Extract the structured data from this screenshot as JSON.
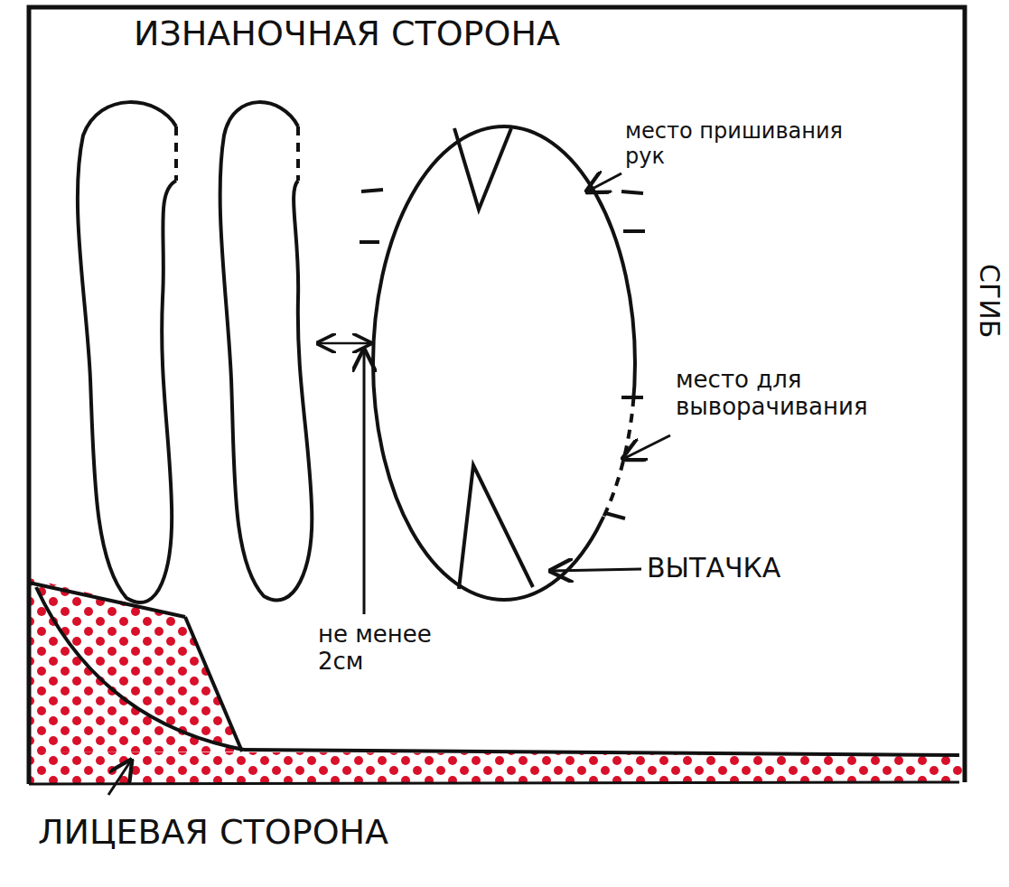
{
  "diagram": {
    "labels": [
      "ИЗНАНОЧНАЯ СТОРОНА",
      "место пришивания рук",
      "место для выворачивания",
      "ВЫТАЧКА",
      "не менее 2см",
      "СГИБ",
      "ЛИЦЕВАЯ СТОРОНА"
    ]
  }
}
